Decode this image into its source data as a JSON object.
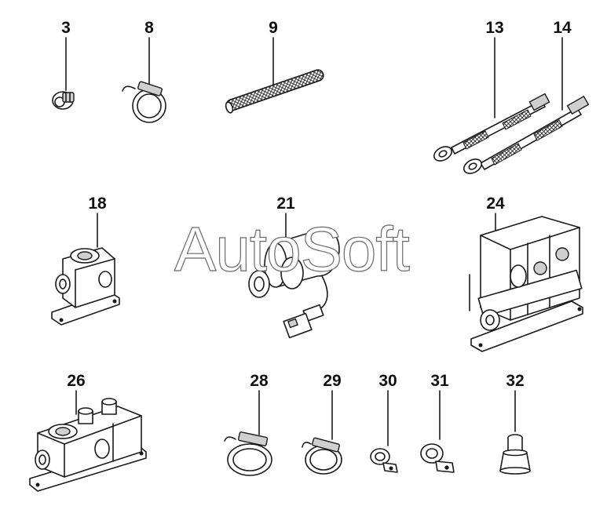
{
  "watermark": "AutoSoft",
  "parts": [
    {
      "label": "3"
    },
    {
      "label": "8"
    },
    {
      "label": "9"
    },
    {
      "label": "13"
    },
    {
      "label": "14"
    },
    {
      "label": "18"
    },
    {
      "label": "21"
    },
    {
      "label": "24"
    },
    {
      "label": "26"
    },
    {
      "label": "28"
    },
    {
      "label": "29"
    },
    {
      "label": "30"
    },
    {
      "label": "31"
    },
    {
      "label": "32"
    }
  ]
}
